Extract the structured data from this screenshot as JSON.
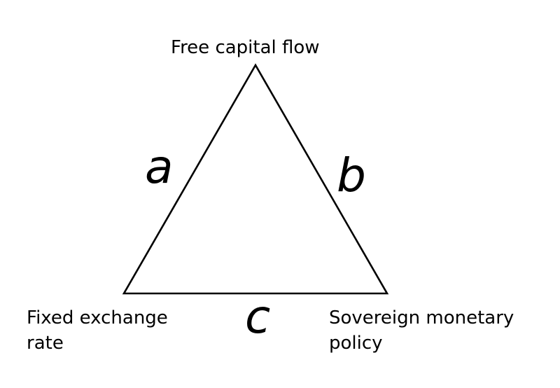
{
  "diagram": {
    "line_color": "#000000",
    "background": "#ffffff",
    "vertices": {
      "top": {
        "lines": [
          "Free capital flow"
        ]
      },
      "bottom_left": {
        "lines": [
          "Fixed exchange",
          "rate"
        ]
      },
      "bottom_right": {
        "lines": [
          "Sovereign monetary",
          "policy"
        ]
      }
    },
    "edges": {
      "left": "a",
      "right": "b",
      "bottom": "c"
    }
  }
}
